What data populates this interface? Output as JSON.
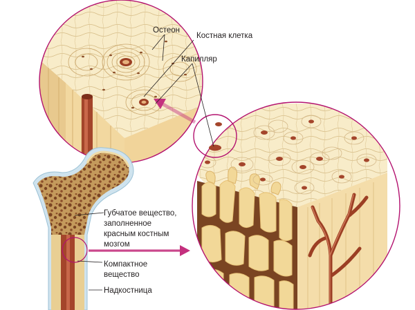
{
  "labels": {
    "osteon": "Остеон",
    "bone_cell": "Костная клетка",
    "capillary": "Капилляр",
    "spongy_line1": "Губчатое вещество,",
    "spongy_line2": "заполненное",
    "spongy_line3": "красным костным",
    "spongy_line4": "мозгом",
    "compact_line1": "Компактное",
    "compact_line2": "вещество",
    "periosteum": "Надкостница"
  },
  "colors": {
    "accent_magenta": "#b3126f",
    "arrow_pink": "#c4307e",
    "bone_cream": "#f6e6bd",
    "bone_tan": "#d9b77c",
    "marrow_brown": "#8c4f2a",
    "vessel_red": "#a4452b",
    "periosteum_blue": "#cfe3ee"
  }
}
